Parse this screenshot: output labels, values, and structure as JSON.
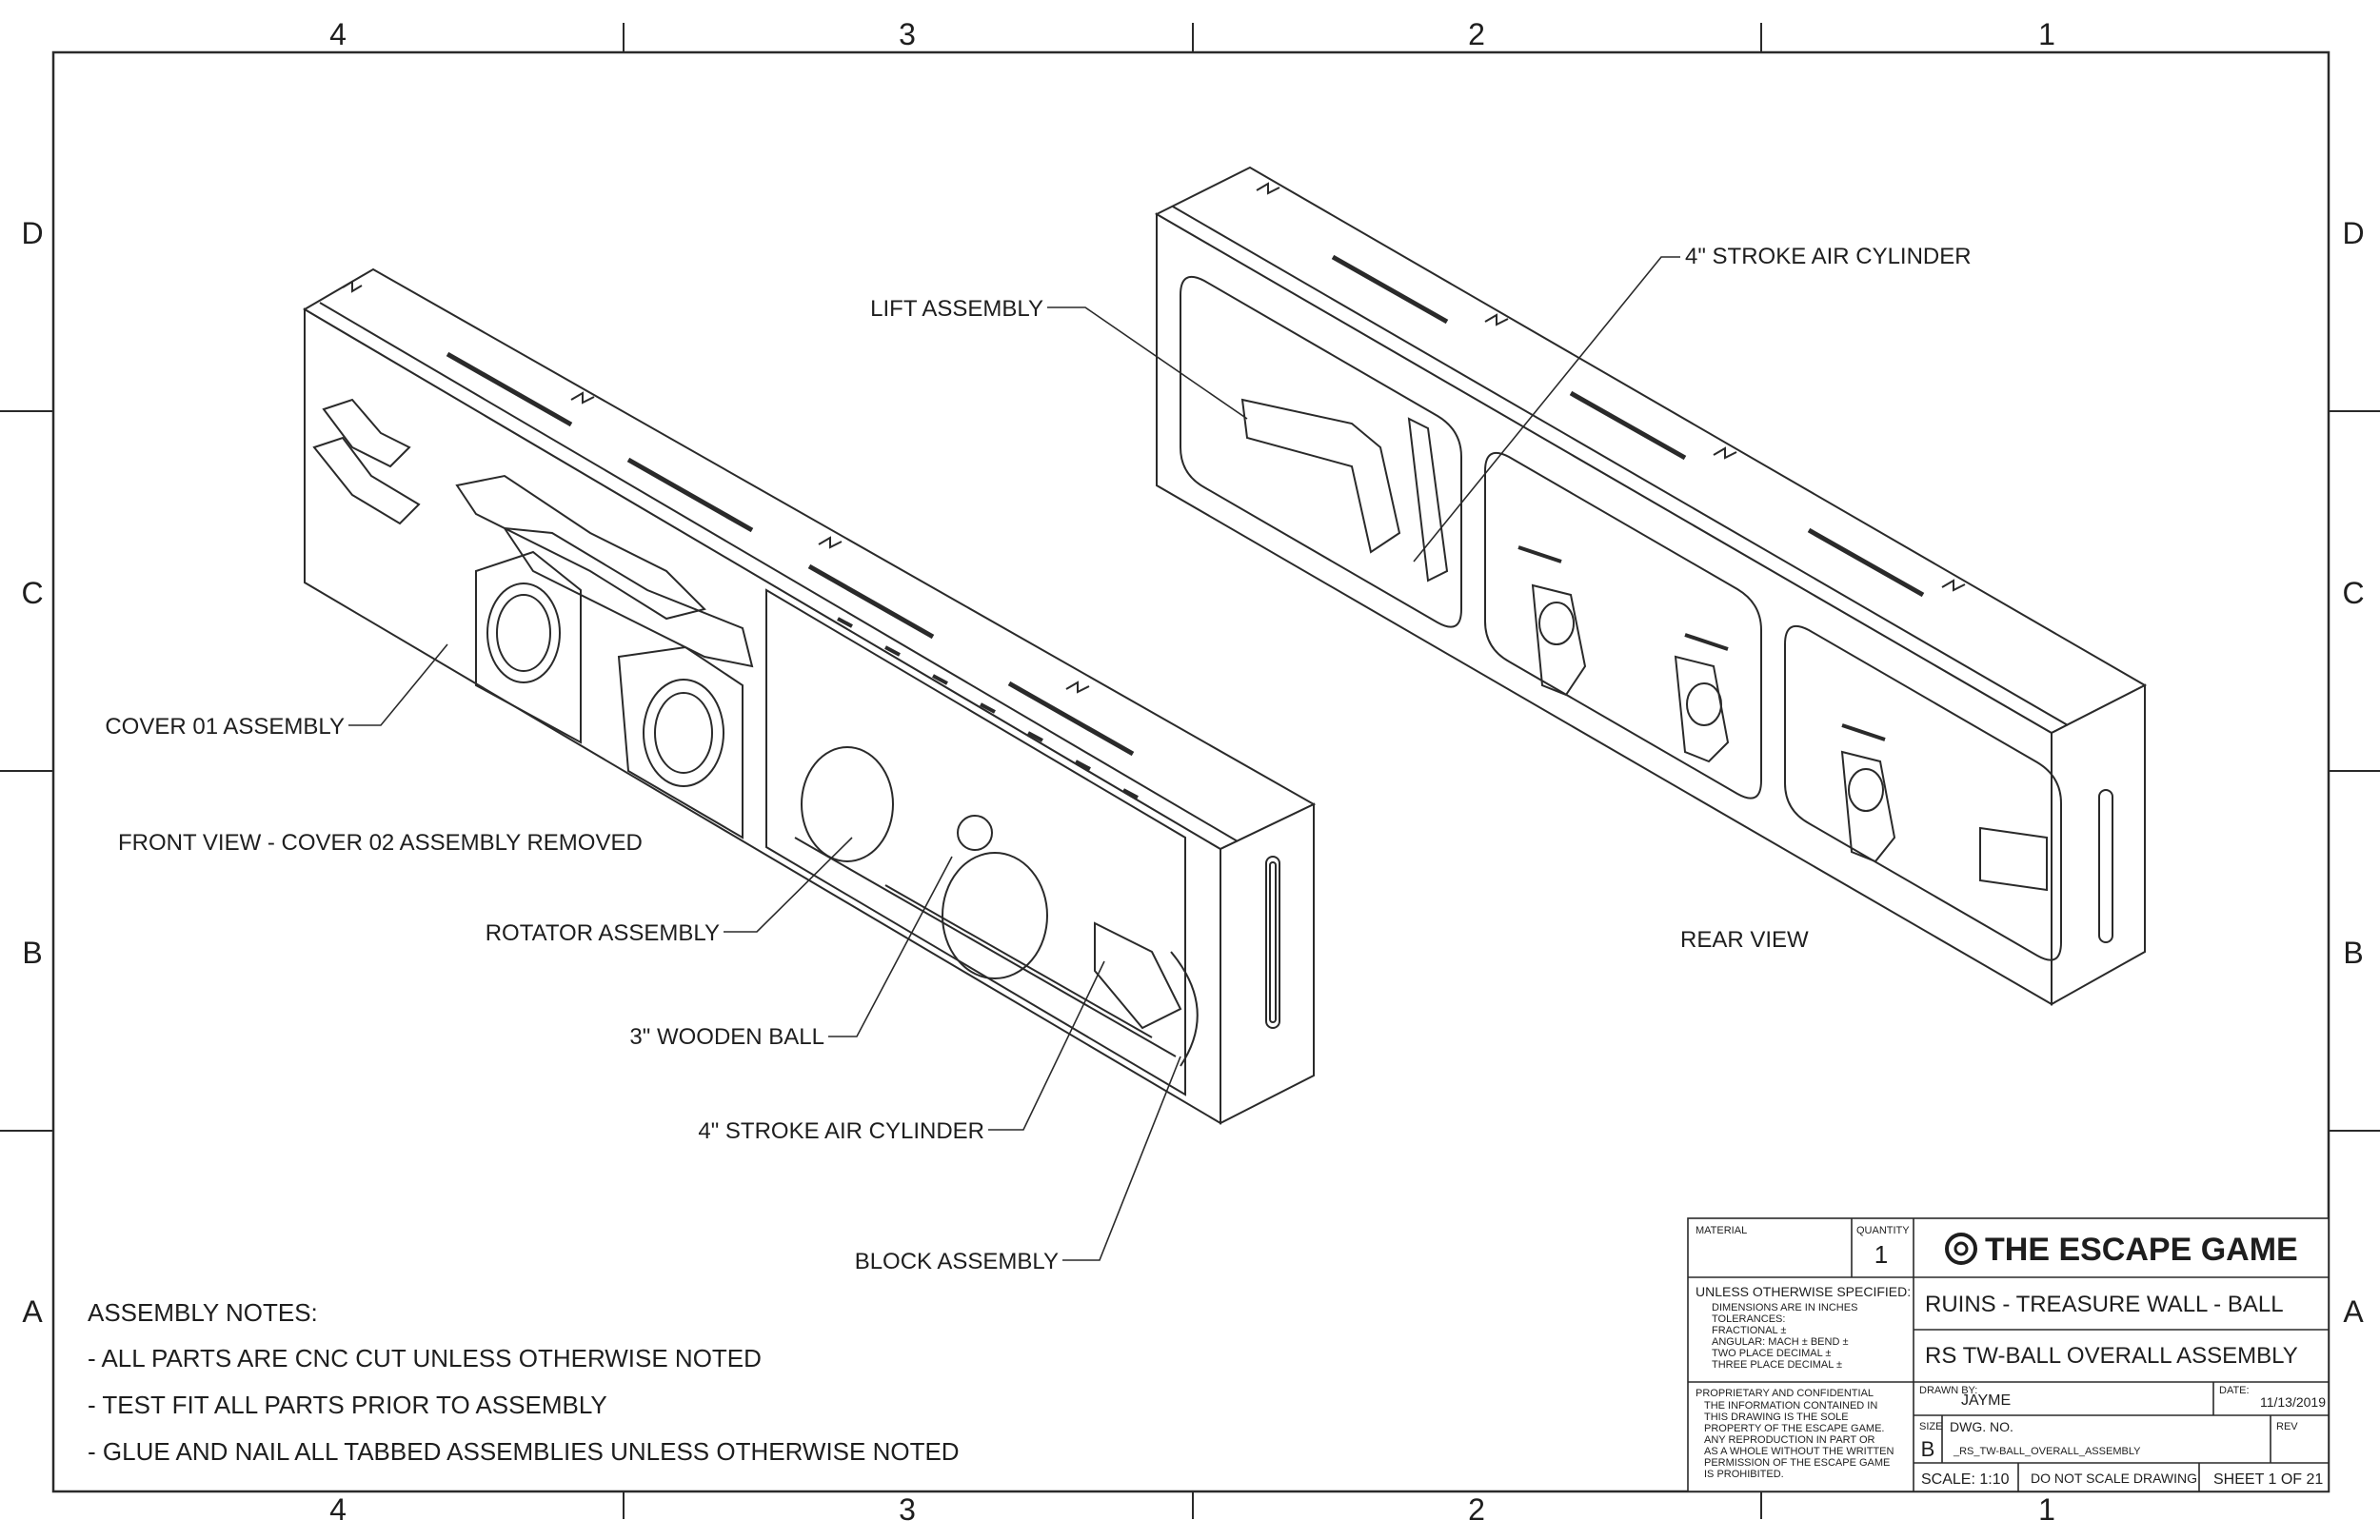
{
  "zones": {
    "top": [
      "4",
      "3",
      "2",
      "1"
    ],
    "bottom": [
      "4",
      "3",
      "2",
      "1"
    ],
    "left": [
      "D",
      "C",
      "B",
      "A"
    ],
    "right": [
      "D",
      "C",
      "B",
      "A"
    ]
  },
  "callouts": {
    "lift_assembly": "LIFT ASSEMBLY",
    "rear_cylinder": "4\" STROKE AIR CYLINDER",
    "cover_01": "COVER 01 ASSEMBLY",
    "front_view": "FRONT VIEW - COVER 02 ASSEMBLY REMOVED",
    "rotator": "ROTATOR ASSEMBLY",
    "wooden_ball": "3\" WOODEN BALL",
    "front_cylinder": "4\" STROKE AIR CYLINDER",
    "block": "BLOCK ASSEMBLY",
    "rear_view": "REAR VIEW"
  },
  "notes": {
    "heading": "ASSEMBLY NOTES:",
    "items": [
      "- ALL PARTS ARE CNC CUT UNLESS OTHERWISE NOTED",
      "- TEST FIT ALL PARTS PRIOR TO ASSEMBLY",
      "- GLUE AND NAIL ALL TABBED ASSEMBLIES UNLESS OTHERWISE NOTED"
    ]
  },
  "title_block": {
    "material_label": "MATERIAL",
    "quantity_label": "QUANTITY",
    "quantity_value": "1",
    "company": "THE ESCAPE GAME",
    "tolerance_lines": [
      "UNLESS OTHERWISE SPECIFIED:",
      "DIMENSIONS ARE IN INCHES",
      "TOLERANCES:",
      "FRACTIONAL ±",
      "ANGULAR: MACH ±    BEND ±",
      "TWO PLACE DECIMAL    ±",
      "THREE PLACE DECIMAL  ±"
    ],
    "proprietary_lines": [
      "PROPRIETARY AND CONFIDENTIAL",
      "THE INFORMATION CONTAINED IN",
      "THIS DRAWING IS THE SOLE",
      "PROPERTY OF THE ESCAPE GAME.",
      "ANY REPRODUCTION IN PART OR",
      "AS A WHOLE WITHOUT THE WRITTEN",
      "PERMISSION OF THE ESCAPE GAME",
      "IS PROHIBITED."
    ],
    "project": "RUINS - TREASURE WALL - BALL",
    "drawing_title": "RS TW-BALL OVERALL ASSEMBLY",
    "drawn_by_label": "DRAWN BY:",
    "drawn_by": "JAYME",
    "date_label": "DATE:",
    "date": "11/13/2019",
    "size_label": "SIZE",
    "size": "B",
    "dwg_no_label": "DWG.  NO.",
    "dwg_no": "_RS_TW-BALL_OVERALL_ASSEMBLY",
    "rev_label": "REV",
    "scale": "SCALE: 1:10",
    "scale_note": "DO NOT SCALE DRAWING",
    "sheet": "SHEET 1 OF 21"
  }
}
